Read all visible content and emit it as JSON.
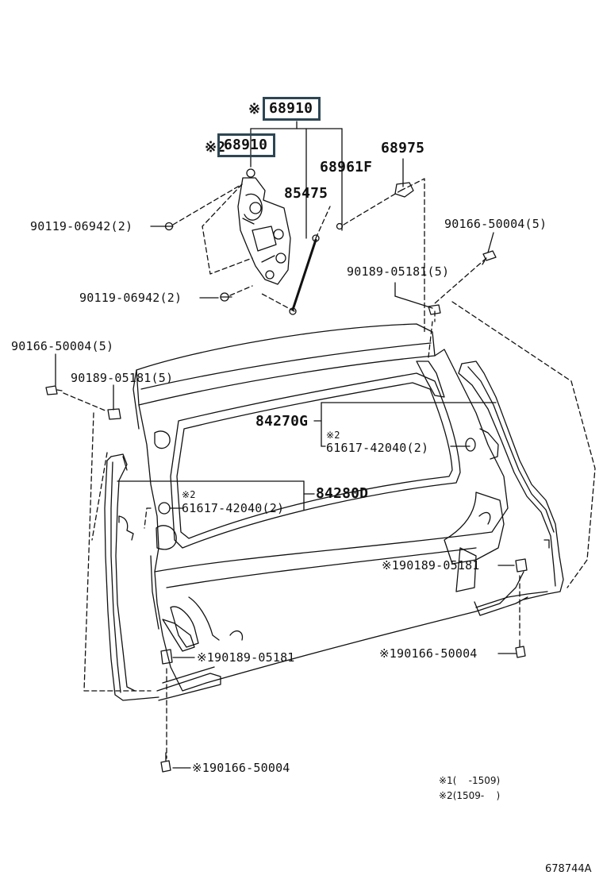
{
  "callouts": {
    "part_68910_top": "68910",
    "part_68910_top_mark": "※",
    "part_68910_lower": "68910",
    "part_68910_lower_mark": "※2",
    "part_68975": "68975",
    "part_68961F": "68961F",
    "part_85475": "85475",
    "bolt_90119_a": "90119-06942(2)",
    "bolt_90119_b": "90119-06942(2)",
    "screw_90166_right": "90166-50004(5)",
    "clip_90189_right": "90189-05181(5)",
    "screw_90166_left": "90166-50004(5)",
    "clip_90189_left": "90189-05181(5)",
    "weather_84270G": "84270G",
    "note_x2_a": "※2",
    "clip_61617_a": "61617-42040(2)",
    "note_x2_b": "※2",
    "clip_61617_b": "61617-42040(2)",
    "weather_84280D": "84280D",
    "clip_90189_x1_right": "※190189-05181",
    "screw_90166_x1_right": "※190166-50004",
    "clip_90189_x1_left": "※190189-05181",
    "screw_90166_x1_left": "※190166-50004"
  },
  "legend": {
    "line1": "※1(    -1509)",
    "line2": "※2(1509-    )"
  },
  "figure_number": "678744A",
  "colors": {
    "line": "#111111",
    "highlight_box": "#2d4653",
    "background": "#ffffff"
  }
}
